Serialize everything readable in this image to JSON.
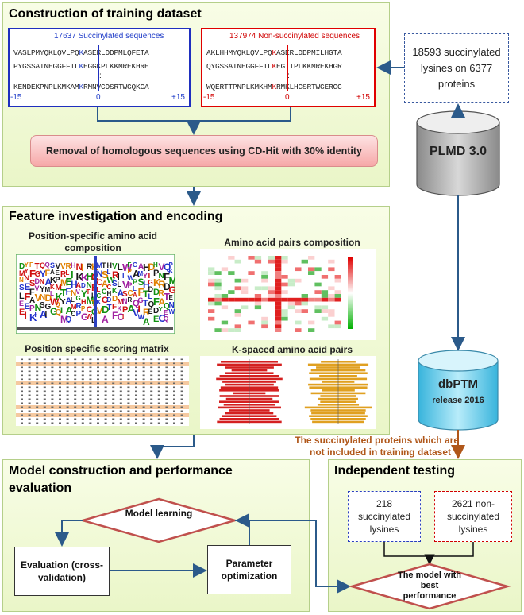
{
  "panels": {
    "training": "Construction  of training dataset",
    "feature": "Feature investigation and  encoding",
    "model": "Model construction  and  performance",
    "model_line2": "evaluation",
    "independent": "Independent testing"
  },
  "succinylated": {
    "header": "17637 Succinylated sequences",
    "lines": [
      [
        "VASLPMYQKLQVLPQ",
        "K",
        "ASERLDDPMLQFETA"
      ],
      [
        "PYGSSAINHGGFFIL",
        "K",
        "EGGKPLKKMREKHRE"
      ],
      [
        "KENDEKPNPLKMKAM",
        "K",
        "RMNVCDSRTWGQKCA"
      ]
    ],
    "dots": ":",
    "pos_left": "-15",
    "pos_mid": "0",
    "pos_right": "+15"
  },
  "nonsuccinylated": {
    "header": "137974 Non-succinylated sequences",
    "lines": [
      [
        "AKLHHMYQKLQVLPQ",
        "K",
        "ASERLDDPMILHGTA"
      ],
      [
        "QYGSSAINHGGFFIL",
        "K",
        "EGTTPLKKMREKHGR"
      ],
      [
        "WQERTTPNPLKMKHM",
        "K",
        "RMKLHGSRTWGERGG"
      ]
    ],
    "dots": ":",
    "pos_left": "-15",
    "pos_mid": "0",
    "pos_right": "+15"
  },
  "plmd_box": "18593 succinylated lysines on 6377 proteins",
  "removal": "Removal of homologous sequences using CD-Hit with 30% identity",
  "plmd_db": "PLMD 3.0",
  "dbptm": {
    "name": "dbPTM",
    "release": "release 2016"
  },
  "brown_note": {
    "line1": "The succinylated proteins which are",
    "line2": "not included in training dataset"
  },
  "features": {
    "psaac": "Position-specific amino acid composition",
    "aapc": "Amino acid pairs composition",
    "pssm": "Position specific scoring matrix",
    "ksaap": "K-spaced amino acid pairs"
  },
  "model": {
    "learning": "Model learning",
    "evaluation": "Evaluation (cross-validation)",
    "parameter": "Parameter optimization"
  },
  "independent": {
    "succ": "218 succinylated lysines",
    "nonsucc": "2621 non-succinylated lysines",
    "best": "The model with best performance"
  },
  "colors": {
    "blue_box": "#1f2fbf",
    "red_box": "#e00000",
    "arrow": "#2b5a8a",
    "brown": "#b0571a",
    "diamond": "#c0504d"
  }
}
